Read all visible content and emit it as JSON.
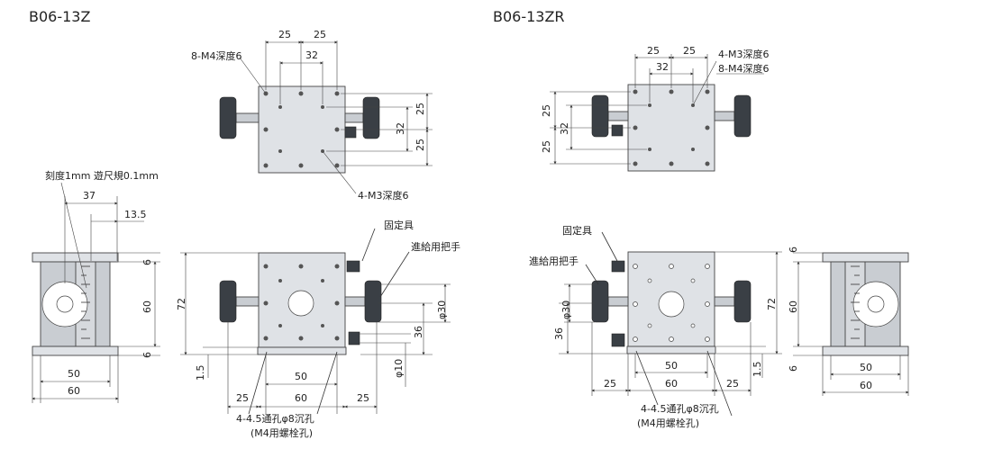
{
  "left": {
    "title": "B06-13Z",
    "note_m4": "8-M4深度6",
    "note_m3": "4-M3深度6",
    "scale_note": "刻度1mm 遊尺規0.1mm",
    "fixture": "固定具",
    "handle": "進給用把手",
    "through_hole": "4-4.5通孔φ8沉孔",
    "bolt_hole": "(M4用螺栓孔)",
    "dims": {
      "d25a": "25",
      "d25b": "25",
      "d32": "32",
      "r25a": "25",
      "r25b": "25",
      "r32": "32",
      "d37": "37",
      "d13_5": "13.5",
      "d6a": "6",
      "d60v": "60",
      "d6b": "6",
      "d50s": "50",
      "d60s": "60",
      "d72": "72",
      "d1_5": "1.5",
      "d50f": "50",
      "d25l": "25",
      "d60f": "60",
      "d25r": "25",
      "phi30": "φ30",
      "d36": "36",
      "phi10": "φ10"
    }
  },
  "right": {
    "title": "B06-13ZR",
    "note_m3": "4-M3深度6",
    "note_m4": "8-M4深度6",
    "fixture": "固定具",
    "handle": "進給用把手",
    "through_hole": "4-4.5通孔φ8沉孔",
    "bolt_hole": "(M4用螺栓孔)",
    "dims": {
      "d25a": "25",
      "d25b": "25",
      "d32": "32",
      "l25a": "25",
      "l25b": "25",
      "l32": "32",
      "phi30": "φ30",
      "d36": "36",
      "d50f": "50",
      "d25l": "25",
      "d60f": "60",
      "d25r": "25",
      "d72": "72",
      "d1_5": "1.5",
      "d6a": "6",
      "d60v": "60",
      "d6b": "6",
      "d50s": "50",
      "d60s": "60"
    }
  }
}
